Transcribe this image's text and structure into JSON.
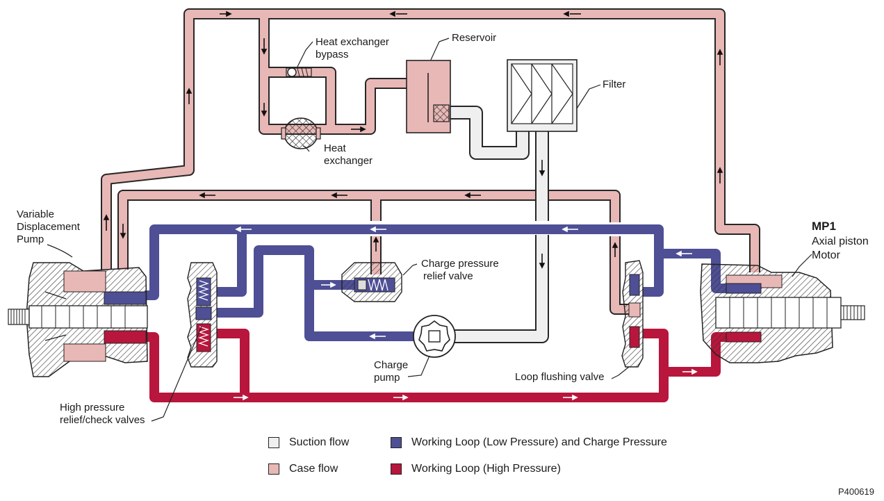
{
  "colors": {
    "suction": "#efefef",
    "case": "#e8b8b6",
    "low_pressure": "#4e4f95",
    "high_pressure": "#b8163c",
    "outline": "#262626"
  },
  "labels": {
    "variable_pump": [
      "Variable",
      "Displacement",
      "Pump"
    ],
    "heat_exchanger_bypass": [
      "Heat exchanger",
      "bypass"
    ],
    "reservoir": "Reservoir",
    "filter": "Filter",
    "heat_exchanger": [
      "Heat",
      "exchanger"
    ],
    "charge_relief": [
      "Charge pressure",
      "relief valve"
    ],
    "charge_pump": [
      "Charge",
      "pump"
    ],
    "loop_flushing": "Loop flushing valve",
    "hp_relief": [
      "High pressure",
      "relief/check valves"
    ],
    "motor_code": "MP1",
    "motor_name": [
      "Axial piston",
      "Motor"
    ]
  },
  "legend": [
    {
      "label": "Suction flow",
      "color_key": "suction"
    },
    {
      "label": "Case flow",
      "color_key": "case"
    },
    {
      "label": "Working Loop (Low Pressure) and Charge Pressure",
      "color_key": "low_pressure"
    },
    {
      "label": "Working Loop (High Pressure)",
      "color_key": "high_pressure"
    }
  ],
  "figure_code": "P400619"
}
